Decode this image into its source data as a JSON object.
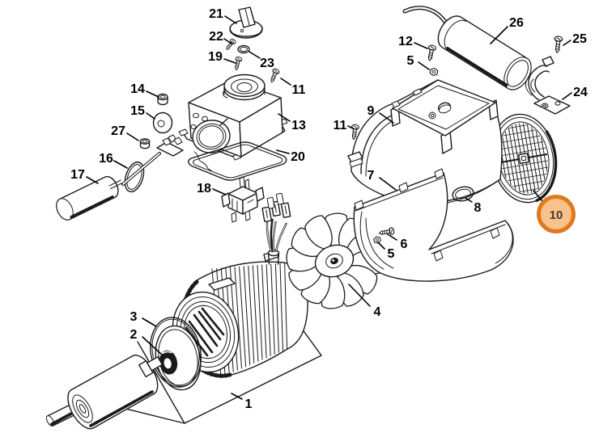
{
  "figure": {
    "type": "exploded-parts-diagram",
    "subject": "electric-motor-assembly",
    "background_color": "#ffffff",
    "line_color": "#1a1a1a",
    "highlight": {
      "part": "10",
      "ring_color": "#e0791d",
      "fill_color": "#f7c28b",
      "number_color": "#4a3b26"
    },
    "callouts": {
      "c1": "1",
      "c2": "2",
      "c3": "3",
      "c4": "4",
      "c5_top": "5",
      "c5_bottom": "5",
      "c6": "6",
      "c7": "7",
      "c8": "8",
      "c9": "9",
      "c10": "10",
      "c11_left": "11",
      "c11_right": "11",
      "c12": "12",
      "c13": "13",
      "c14": "14",
      "c15": "15",
      "c16": "16",
      "c17": "17",
      "c18": "18",
      "c19": "19",
      "c20": "20",
      "c21": "21",
      "c22": "22",
      "c23": "23",
      "c24": "24",
      "c25": "25",
      "c26": "26",
      "c27": "27"
    }
  }
}
